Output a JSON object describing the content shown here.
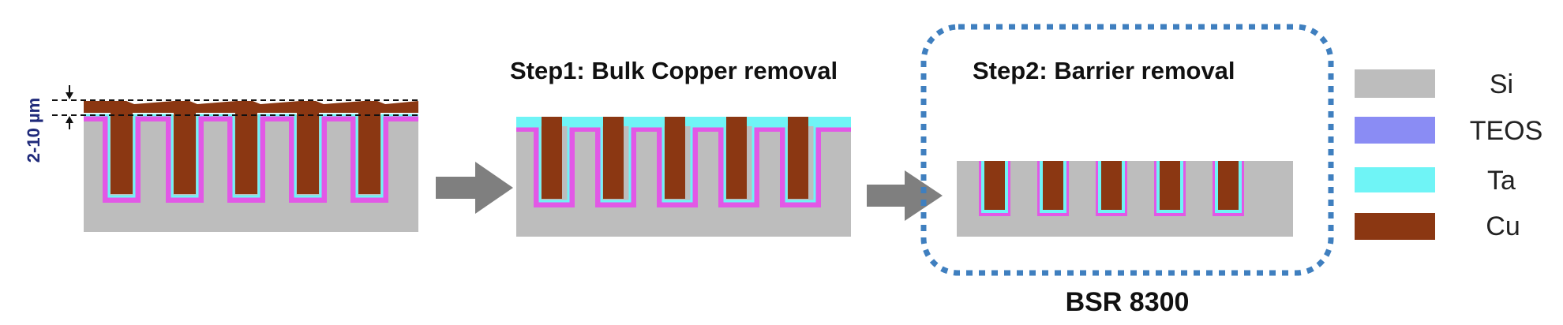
{
  "dimension_label": "2-10 µm",
  "steps": [
    {
      "label": "Step1: Bulk Copper removal"
    },
    {
      "label": "Step2: Barrier removal"
    }
  ],
  "tool_label": "BSR 8300",
  "legend": [
    {
      "name": "Si",
      "color": "#bdbdbd"
    },
    {
      "name": "TEOS",
      "color": "#8a8cf4"
    },
    {
      "name": "Ta",
      "color": "#6ff4f6"
    },
    {
      "name": "Cu",
      "color": "#8b3712"
    }
  ],
  "colors": {
    "si": "#bdbdbd",
    "liner": "#e258e6",
    "ta": "#6ff4f6",
    "cu": "#8b3712",
    "arrow": "#7f7f7f",
    "highlight_border": "#3f7fbf"
  }
}
